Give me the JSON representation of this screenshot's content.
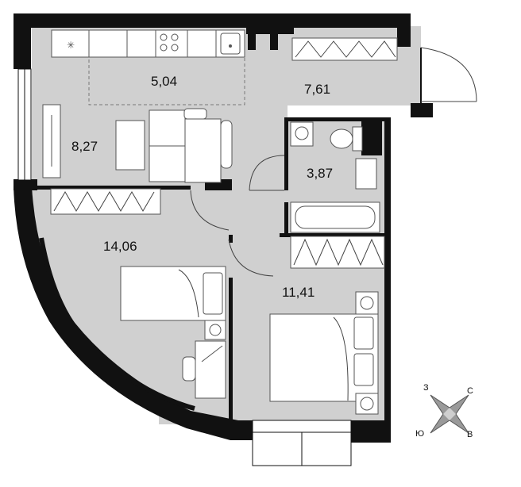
{
  "rooms": [
    {
      "id": "kitchen-zone",
      "area": "5,04"
    },
    {
      "id": "hallway",
      "area": "7,61"
    },
    {
      "id": "living-zone",
      "area": "8,27"
    },
    {
      "id": "bathroom",
      "area": "3,87"
    },
    {
      "id": "bedroom-large",
      "area": "14,06"
    },
    {
      "id": "bedroom-small",
      "area": "11,41"
    }
  ],
  "compass": {
    "north": "С",
    "south": "Ю",
    "west": "З",
    "east": "В"
  },
  "colors": {
    "floor": "#d0d0d0",
    "walls": "#111111",
    "furniture": "#ffffff",
    "compass": "#8a8a8a"
  }
}
